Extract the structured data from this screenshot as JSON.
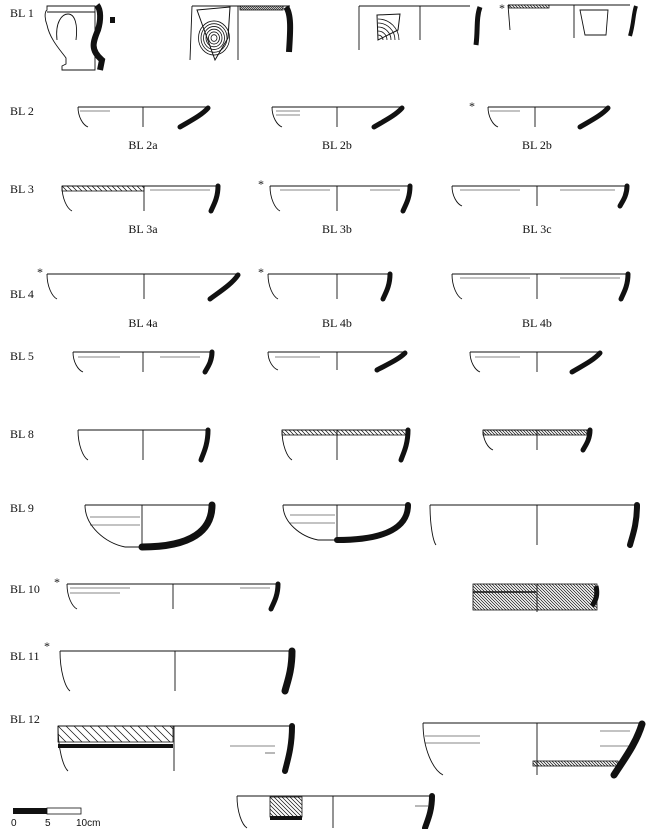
{
  "plate": {
    "rows": [
      {
        "label": "BL 1"
      },
      {
        "label": "BL 2",
        "captions": [
          "BL 2a",
          "BL 2b",
          "BL 2b"
        ]
      },
      {
        "label": "BL 3",
        "captions": [
          "BL 3a",
          "BL 3b",
          "BL 3c"
        ]
      },
      {
        "label": "BL 4",
        "captions": [
          "BL 4a",
          "BL 4b",
          "BL 4b"
        ]
      },
      {
        "label": "BL 5"
      },
      {
        "label": "BL 8"
      },
      {
        "label": "BL 9"
      },
      {
        "label": "BL 10"
      },
      {
        "label": "BL 11"
      },
      {
        "label": "BL 12"
      }
    ],
    "marker": "*"
  },
  "scale_bar": {
    "labels": [
      "0",
      "5",
      "10cm"
    ]
  }
}
